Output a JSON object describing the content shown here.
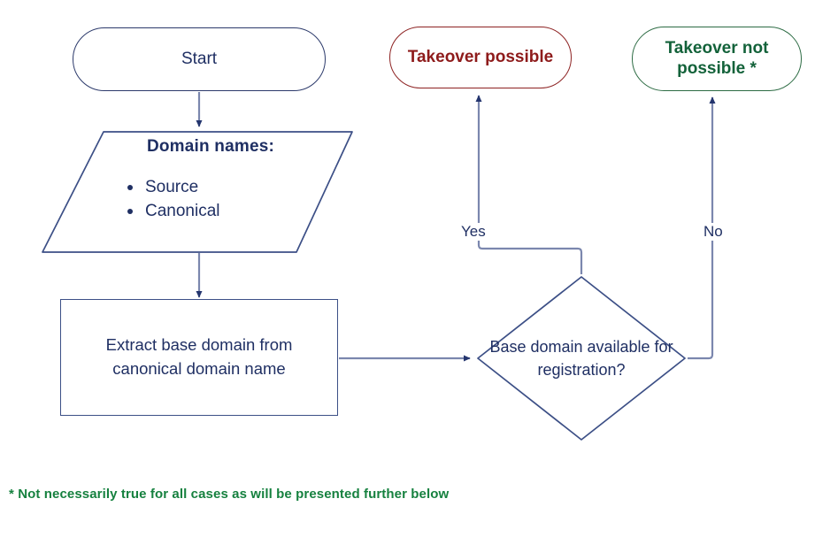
{
  "diagram": {
    "title": "Domain takeover decision flowchart",
    "colors": {
      "navy": "#1f2f63",
      "navy_stroke": "#3c4f86",
      "red": "#8e1b1b",
      "red_stroke": "#8d2222",
      "green": "#13623a",
      "green_stroke": "#2c6b43",
      "footnote_green": "#16813f",
      "background": "#ffffff"
    },
    "nodes": {
      "start": {
        "label": "Start",
        "shape": "stadium"
      },
      "input_domain_names": {
        "heading": "Domain names:",
        "shape": "parallelogram",
        "items": [
          "Source",
          "Canonical"
        ]
      },
      "process_extract": {
        "label": "Extract base domain from canonical domain name",
        "shape": "rectangle"
      },
      "decision_available": {
        "label": "Base domain available for registration?",
        "shape": "diamond"
      },
      "takeover_possible": {
        "label": "Takeover possible",
        "shape": "stadium"
      },
      "takeover_not_possible": {
        "label": "Takeover not possible *",
        "shape": "stadium"
      }
    },
    "edges": {
      "yes_label": "Yes",
      "no_label": "No"
    },
    "footnote": "* Not necessarily true for all cases as will be presented further below"
  }
}
